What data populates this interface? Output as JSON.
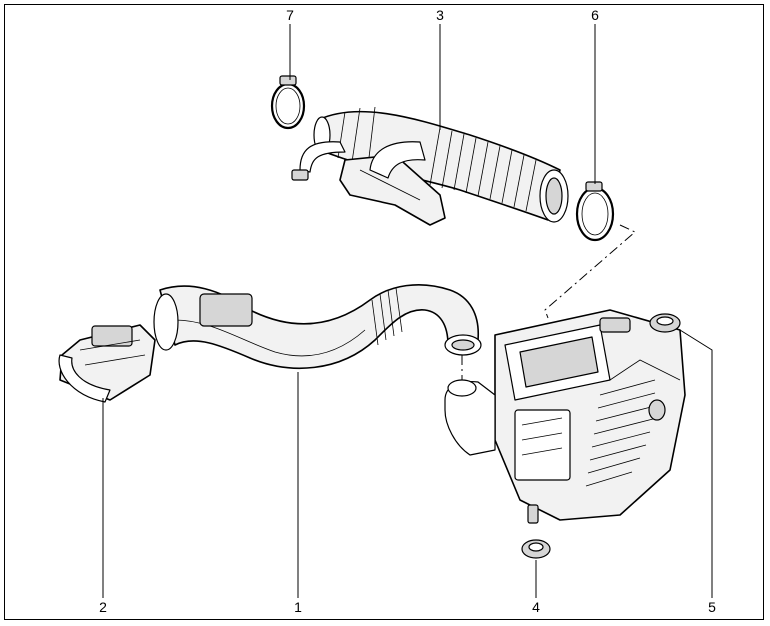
{
  "callouts": [
    {
      "id": "c1",
      "label": "1"
    },
    {
      "id": "c2",
      "label": "2"
    },
    {
      "id": "c3",
      "label": "3"
    },
    {
      "id": "c4",
      "label": "4"
    },
    {
      "id": "c5",
      "label": "5"
    },
    {
      "id": "c6",
      "label": "6"
    },
    {
      "id": "c7",
      "label": "7"
    }
  ],
  "colors": {
    "line": "#000000",
    "fill": "#f2f2f2",
    "background": "#ffffff"
  }
}
